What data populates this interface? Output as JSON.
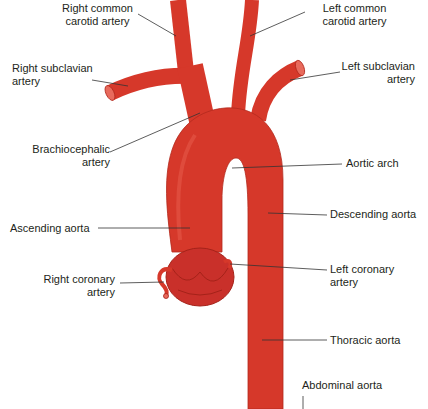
{
  "diagram": {
    "labels": [
      "Right common carotid artery",
      "Left common carotid artery",
      "Right subclavian artery",
      "Left subclavian artery",
      "Brachiocephalic artery",
      "Aortic arch",
      "Ascending aorta",
      "Descending aorta",
      "Right coronary artery",
      "Left coronary artery",
      "Thoracic aorta",
      "Abdominal aorta"
    ]
  }
}
